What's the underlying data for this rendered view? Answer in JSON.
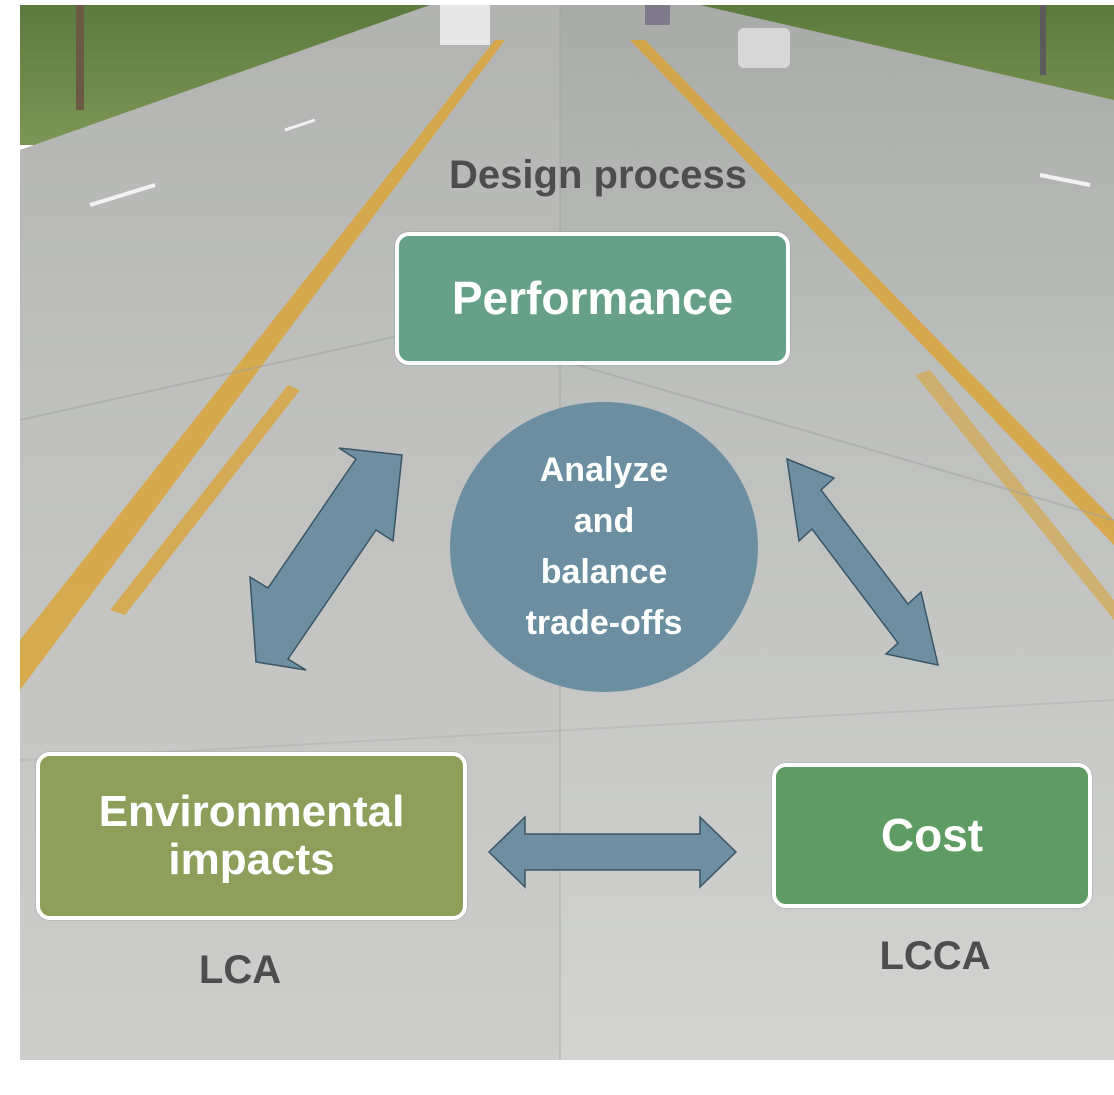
{
  "header": {
    "title": "Design process"
  },
  "nodes": {
    "performance": {
      "label": "Performance",
      "color": "#66a088"
    },
    "environmental": {
      "line1": "Environmental",
      "line2": "impacts",
      "color": "#8e9f5b"
    },
    "cost": {
      "label": "Cost",
      "color": "#5f9c63"
    },
    "center": {
      "line1": "Analyze",
      "line2": "and",
      "line3": "balance",
      "line4": "trade-offs",
      "color": "#6b8ea1"
    }
  },
  "captions": {
    "lca": "LCA",
    "lcca": "LCCA"
  },
  "colors": {
    "arrow": "#6e8fa2",
    "text_dark": "#4d4d4d",
    "asphalt": "#c4c6c4",
    "lane_line": "#d9a43a"
  },
  "background": {
    "description_icon": "concrete-highway-photo"
  }
}
